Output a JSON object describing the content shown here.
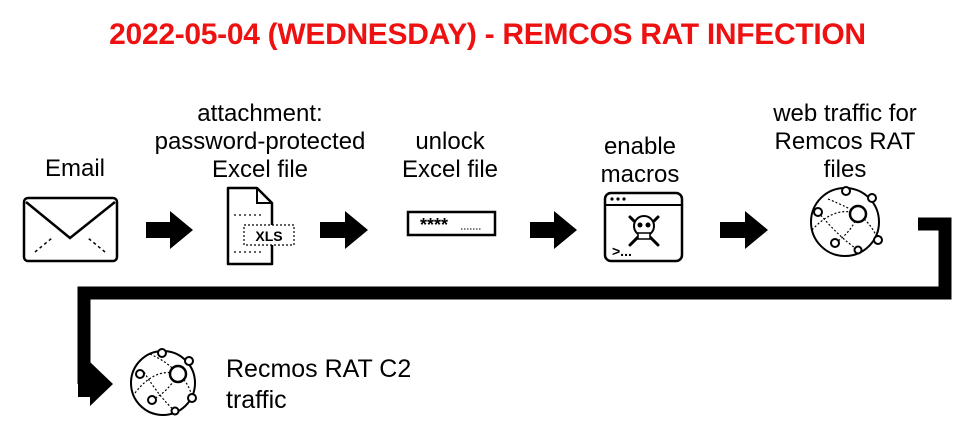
{
  "title": "2022-05-04 (WEDNESDAY) - REMCOS RAT INFECTION",
  "colors": {
    "title": "#ee1111",
    "stroke": "#000000"
  },
  "steps": [
    {
      "lines": [
        "Email"
      ],
      "icon": "envelope-icon"
    },
    {
      "lines": [
        "attachment:",
        "password-protected",
        "Excel file"
      ],
      "icon": "xls-file-icon",
      "icon_text": "XLS"
    },
    {
      "lines": [
        "unlock",
        "Excel file"
      ],
      "icon": "password-field-icon",
      "icon_text": "****"
    },
    {
      "lines": [
        "enable",
        "macros"
      ],
      "icon": "macro-skull-window-icon",
      "icon_text": ">..."
    },
    {
      "lines": [
        "web traffic for",
        "Remcos RAT",
        "files"
      ],
      "icon": "network-globe-icon"
    }
  ],
  "final": {
    "lines": [
      "Recmos RAT C2",
      "traffic"
    ],
    "icon": "network-globe-icon"
  }
}
